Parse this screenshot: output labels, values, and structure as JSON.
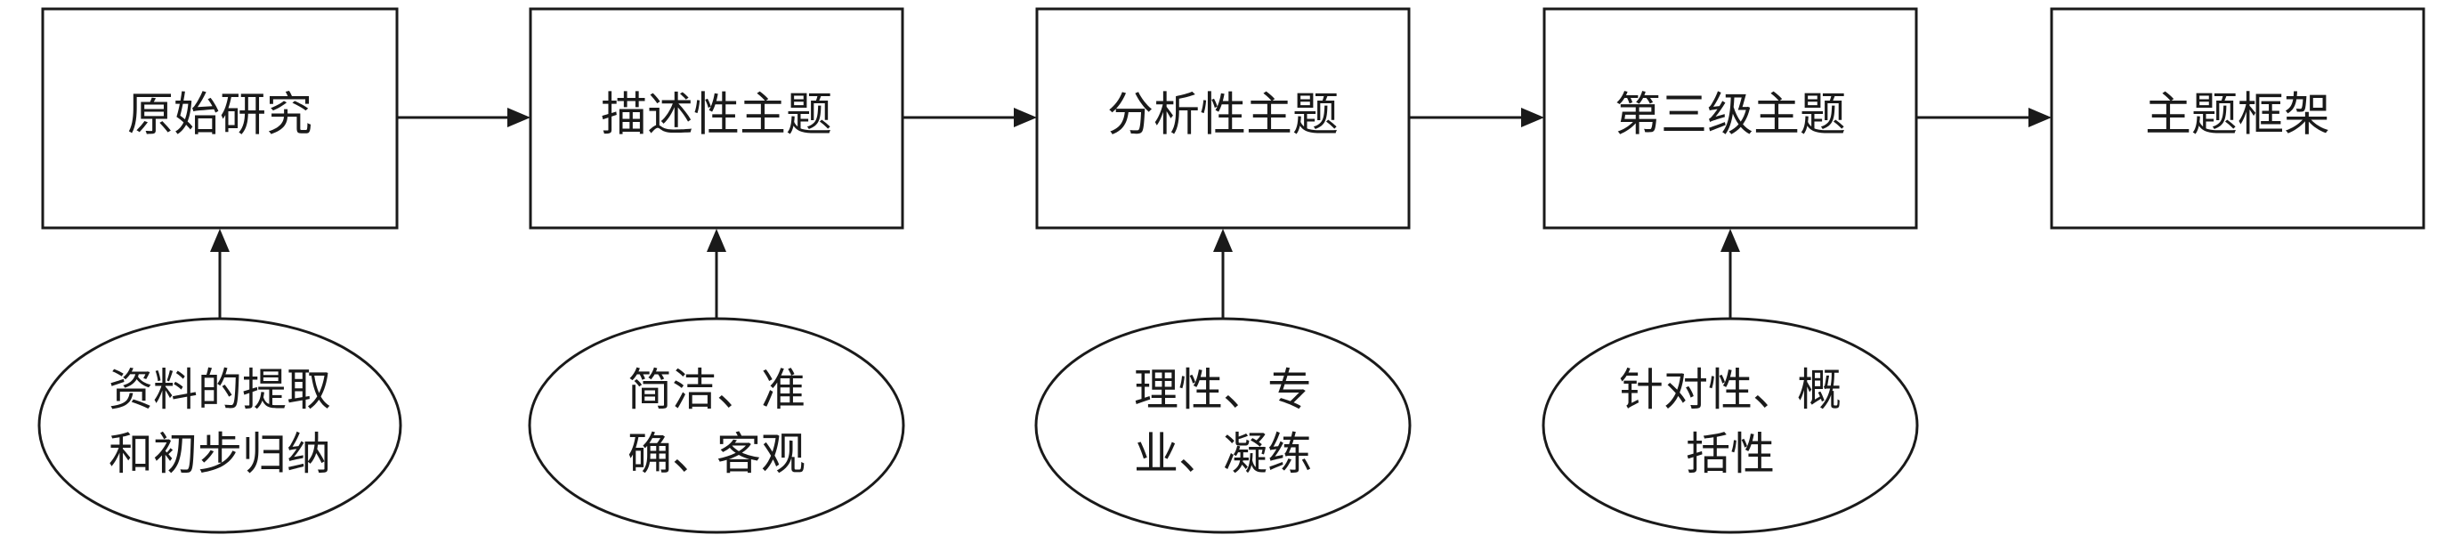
{
  "stages": [
    {
      "id": "original-research",
      "label": "原始研究"
    },
    {
      "id": "descriptive-themes",
      "label": "描述性主题"
    },
    {
      "id": "analytical-themes",
      "label": "分析性主题"
    },
    {
      "id": "third-order-themes",
      "label": "第三级主题"
    },
    {
      "id": "thematic-framework",
      "label": "主题框架"
    }
  ],
  "criteria": [
    {
      "id": "extraction",
      "lines": [
        "资料的提取",
        "和初步归纳"
      ]
    },
    {
      "id": "concise",
      "lines": [
        "简洁、准",
        "确、客观"
      ]
    },
    {
      "id": "rational",
      "lines": [
        "理性、专",
        "业、凝练"
      ]
    },
    {
      "id": "targeted",
      "lines": [
        "针对性、概",
        "括性"
      ]
    }
  ]
}
